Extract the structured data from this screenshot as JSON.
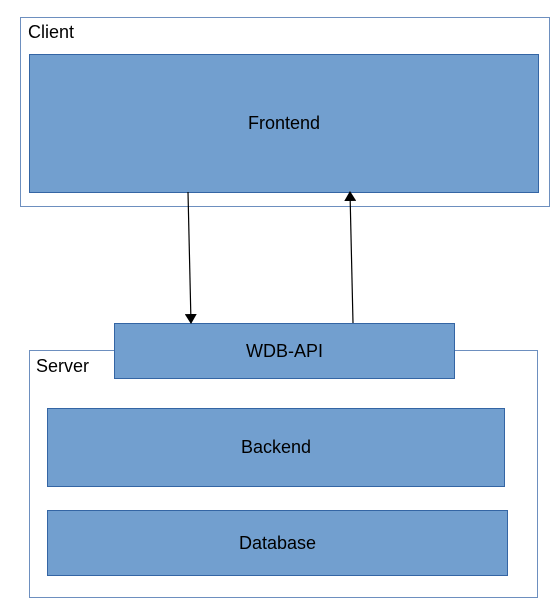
{
  "client": {
    "label": "Client",
    "frontend_label": "Frontend"
  },
  "api": {
    "label": "WDB-API"
  },
  "server": {
    "label": "Server",
    "backend_label": "Backend",
    "database_label": "Database"
  },
  "colors": {
    "box_fill": "#729fcf",
    "box_border": "#3465a4",
    "container_border": "#6d8fbf",
    "arrow": "#000000"
  }
}
